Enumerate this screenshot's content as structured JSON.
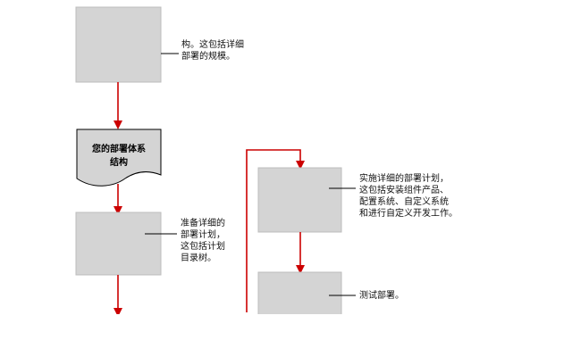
{
  "diagram": {
    "colors": {
      "arrow": "#cc0000",
      "box_fill": "#d4d4d4",
      "connector": "#000000"
    },
    "top_box_note": "构。这包括详细\n部署的规模。",
    "architecture_doc": {
      "label_line1": "您的部署体系",
      "label_line2": "结构"
    },
    "plan_box_note": "准备详细的\n部署计划，\n这包括计划\n目录树。",
    "implement_box_note": "实施详细的部署计划，\n这包括安装组件产品、\n配置系统、自定义系统\n和进行自定义开发工作。",
    "test_box_note": "测试部署。"
  }
}
